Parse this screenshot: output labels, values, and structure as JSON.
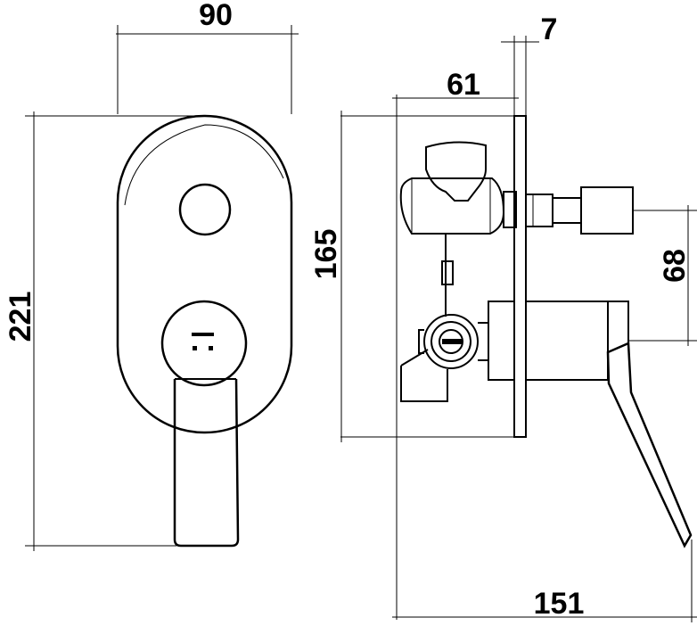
{
  "drawing": {
    "dimensions": {
      "plate_width": "90",
      "overall_height": "221",
      "box_height": "165",
      "box_depth": "61",
      "plate_thickness": "7",
      "outlet_spacing": "68",
      "total_depth": "151"
    }
  }
}
